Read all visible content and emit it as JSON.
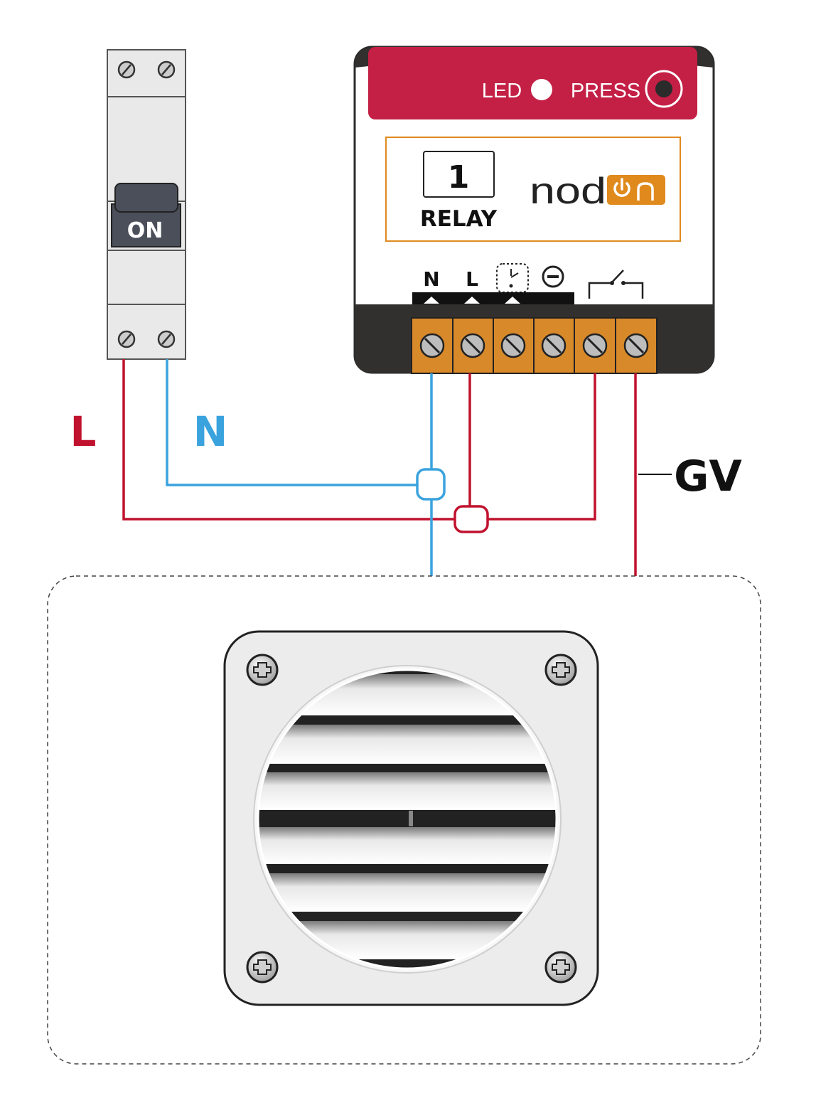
{
  "breaker": {
    "switch_label": "ON"
  },
  "relay": {
    "led_label": "LED",
    "press_label": "PRESS",
    "channel_number": "1",
    "type_label": "RELAY",
    "brand_prefix": "nod",
    "terminal_labels": {
      "n": "N",
      "l": "L"
    }
  },
  "wires": {
    "live_label": "L",
    "neutral_label": "N",
    "fan_wire_label": "GV"
  },
  "colors": {
    "live_wire": "#c0122e",
    "neutral_wire": "#3aa3de",
    "relay_red": "#c41f45",
    "relay_dark": "#322f2f",
    "terminal_orange": "#d8892a",
    "brand_orange": "#e08a1e"
  },
  "icons": {
    "terminal_1": "timer-switch-icon",
    "terminal_2": "minus-circle-icon",
    "terminal_3": "relay-contact-icon",
    "fan": "ventilation-grille-icon"
  }
}
